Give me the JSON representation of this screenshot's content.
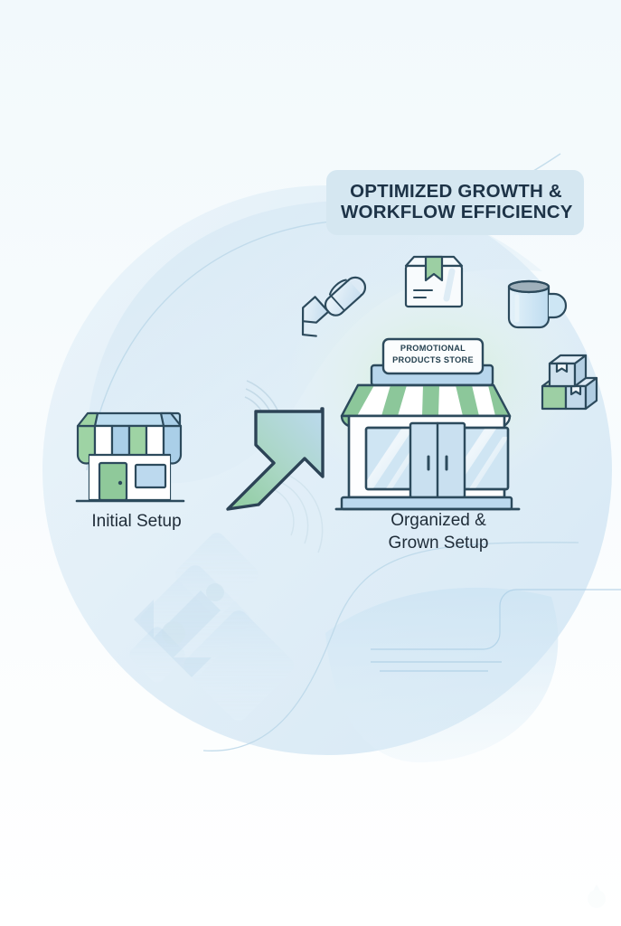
{
  "illustration": {
    "title_badge": {
      "line1": "OPTIMIZED GROWTH &",
      "line2": "WORKFLOW EFFICIENCY",
      "background_color": "#d5e7f1",
      "text_color": "#1d3347"
    },
    "left_scene": {
      "caption": "Initial Setup",
      "storefront": {
        "name": "small-storefront",
        "awning_colors": [
          "#9ed3a4",
          "#ffffff",
          "#a9cfe8",
          "#9ed3a4",
          "#ffffff",
          "#a9cfe8"
        ],
        "door_color": "#8fc99a",
        "window_color": "#bcd9ee",
        "outline_color": "#2c4a5c"
      }
    },
    "transition": {
      "arrow": {
        "name": "growth-arrow",
        "direction": "up-right",
        "gradient_from": "#8fce9f",
        "gradient_to": "#b8d7ec",
        "outline_color": "#2c4356"
      },
      "ripples": 3,
      "shadow_arrow_opacity": 0.35
    },
    "right_scene": {
      "caption_line1": "Organized &",
      "caption_line2": "Grown Setup",
      "storefront": {
        "name": "large-storefront",
        "sign_line1": "PROMOTIONAL",
        "sign_line2": "PRODUCTS STORE",
        "sign_text_color": "#24404f",
        "sign_background": "#fbfdfe",
        "awning_colors": [
          "#8cc79a",
          "#ffffff"
        ],
        "door_color": "#c9e0f0",
        "window_color": "#cfe5f3",
        "outline_color": "#2c4a5c",
        "glow_color": "#cfeccd"
      },
      "products": [
        {
          "name": "pen-icon",
          "label": "Pen",
          "color": "#cfe3f2"
        },
        {
          "name": "package-box-icon",
          "label": "Package Box",
          "color": "#ffffff",
          "accent": "#9ccfa3"
        },
        {
          "name": "coffee-mug-icon",
          "label": "Coffee Mug",
          "color": "#cde6f4"
        },
        {
          "name": "stacked-boxes-icon",
          "label": "Stacked Boxes",
          "color": "#c2d9ea",
          "accent": "#9dcfa4"
        }
      ]
    },
    "background": {
      "base_color": "#ffffff",
      "disc_color": "#dbeaf5",
      "wave_color": "#cfe4f2",
      "line_color": "#b9d4e6"
    }
  }
}
